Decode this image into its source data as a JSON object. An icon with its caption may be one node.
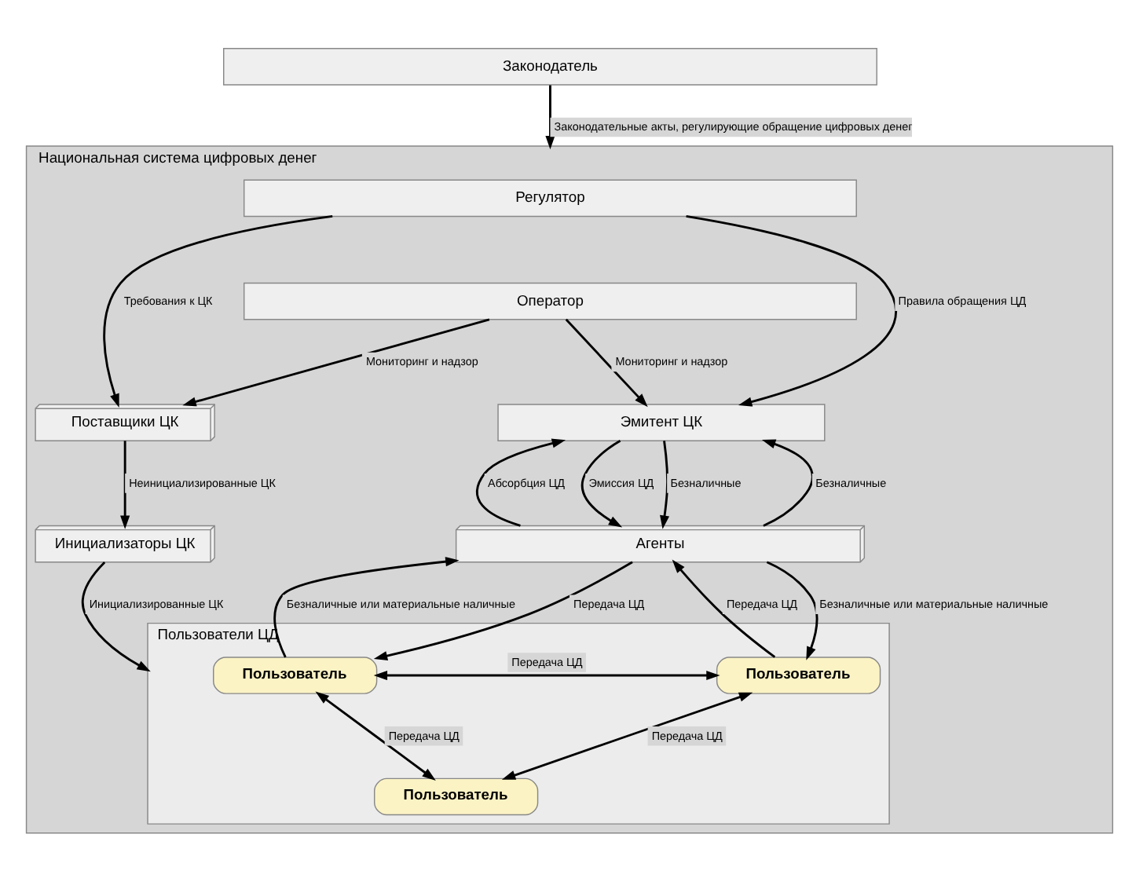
{
  "diagram": {
    "nodes": [
      {
        "text": [
          "Законодатель"
        ]
      },
      {
        "text": [
          "Национальная система цифровых денег"
        ]
      },
      {
        "text": [
          "Регулятор"
        ],
        "in": 1
      },
      {
        "text": [
          "Оператор"
        ],
        "in": 1
      },
      {
        "text": [
          "Поставщики ЦК"
        ],
        "in": 1
      },
      {
        "text": [
          "Эмитент ЦК"
        ],
        "in": 1
      },
      {
        "text": [
          "Инициализаторы ЦК"
        ],
        "in": 1
      },
      {
        "text": [
          "Агенты"
        ],
        "in": 1
      },
      {
        "text": [
          "Пользователи ЦД"
        ],
        "in": 1
      },
      {
        "text": [
          "Пользователь"
        ],
        "in": 8
      },
      {
        "text": [
          "Пользователь"
        ],
        "in": 8
      },
      {
        "text": [
          "Пользователь"
        ],
        "in": 8
      }
    ],
    "edges": [
      {
        "from": 0,
        "to": 1,
        "arrow": "to",
        "label": "Законодательные акты, регулирующие обращение цифровых денег"
      },
      {
        "from": 2,
        "to": 4,
        "arrow": "to",
        "label": "Требования к ЦК"
      },
      {
        "from": 3,
        "to": 4,
        "arrow": "to",
        "label": "Мониторинг и надзор"
      },
      {
        "from": 2,
        "to": 5,
        "arrow": "to",
        "label": "Правила обращения ЦД"
      },
      {
        "from": 3,
        "to": 5,
        "arrow": "to",
        "label": "Мониторинг и надзор"
      },
      {
        "from": 4,
        "to": 6,
        "arrow": "to",
        "label": "Неинициализированные ЦК"
      },
      {
        "from": 5,
        "to": 7,
        "arrow": "to",
        "label": "Эмиссия ЦД"
      },
      {
        "from": 7,
        "to": 5,
        "arrow": "to",
        "label": "Безналичные"
      },
      {
        "from": 7,
        "to": 5,
        "arrow": "to",
        "label": "Абсорбция ЦД"
      },
      {
        "from": 5,
        "to": 7,
        "arrow": "to",
        "label": "Безналичные"
      },
      {
        "from": 6,
        "to": 8,
        "arrow": "to",
        "label": "Инициализированные ЦК"
      },
      {
        "from": 7,
        "to": 9,
        "arrow": "to",
        "label": "Передача ЦД"
      },
      {
        "from": 9,
        "to": 7,
        "arrow": "to",
        "label": "Безналичные или материальные наличные"
      },
      {
        "from": 10,
        "to": 7,
        "arrow": "to",
        "label": "Передача ЦД"
      },
      {
        "from": 7,
        "to": 10,
        "arrow": "to",
        "label": "Безналичные или материальные наличные"
      },
      {
        "from": 9,
        "to": 10,
        "arrow": "both",
        "label": "Передача ЦД"
      },
      {
        "from": 9,
        "to": 11,
        "arrow": "both",
        "label": "Передача ЦД"
      },
      {
        "from": 10,
        "to": 11,
        "arrow": "both",
        "label": "Передача ЦД"
      }
    ]
  }
}
